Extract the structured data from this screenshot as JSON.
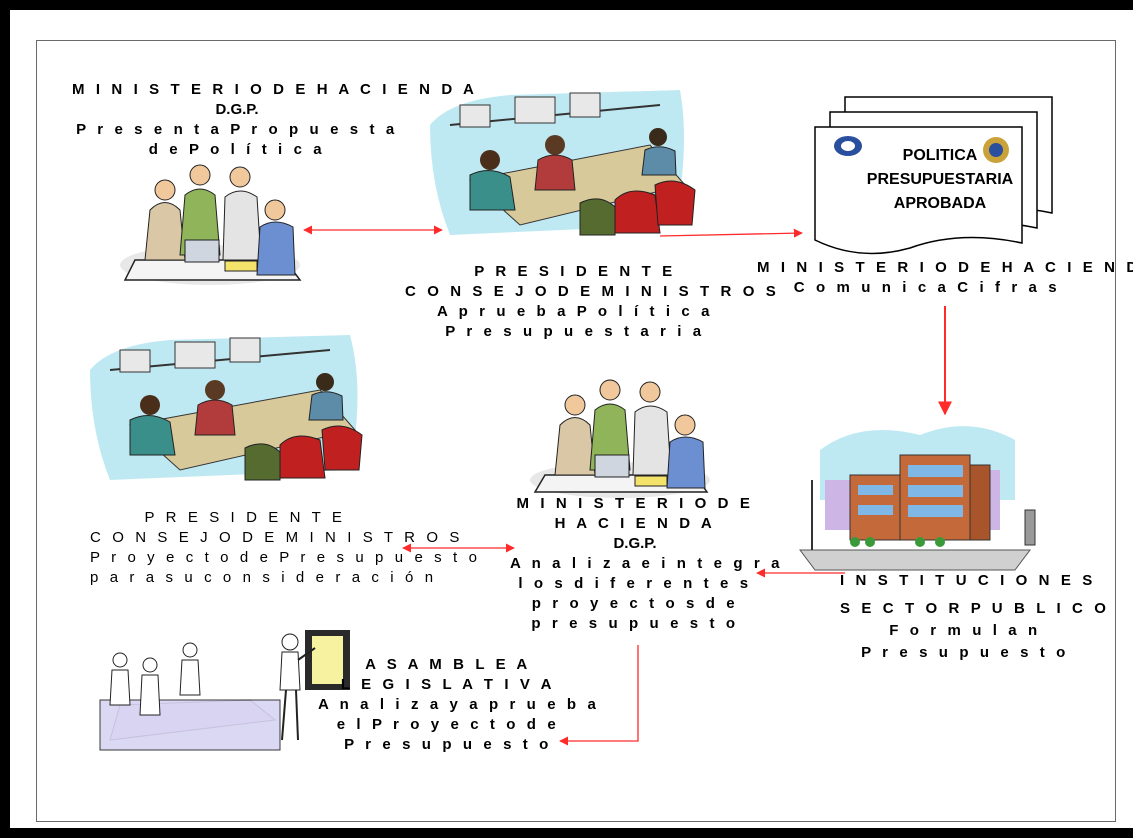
{
  "nodes": {
    "mh_propuesta": {
      "l1": "M I N I S T E R I O  D E  H A C I E N D A",
      "l2": "D.G.P.",
      "l3": "P r e s e n t a  P r o p u e s t a",
      "l4": "d e  P o l í t i c a"
    },
    "presidente_aprueba": {
      "l1": "P R E S I D E N T E",
      "l2": "C O N S E J O  D E  M I N I S T R O S",
      "l3": "A p r u e b a  P o l í t i c a",
      "l4": "P r e s u p u e s t a r i a"
    },
    "politica_doc": {
      "l1": "POLITICA",
      "l2": "PRESUPUESTARIA",
      "l3": "APROBADA"
    },
    "mh_comunica": {
      "l1": "M I N I S T E R I O  D E  H A C I E N D A",
      "l2": "C o m u n i c a  C i f r a s"
    },
    "presidente_proyecto": {
      "l1": "P R E S I D E N T E",
      "l2": "C O N S E J O  D E  M I N I S T R O S",
      "l3": "P r o y e c t o  d e  P r e s u p u e s t o",
      "l4": "p a r a  s u  c o n s i d e r a c i ó n"
    },
    "mh_analiza": {
      "l1": "M I N I S T E R I O  D E",
      "l2": "H A C I E N D A",
      "l3": "D.G.P.",
      "l4": "A n a l i z a  e  i n t e g r a",
      "l5": "l o s  d i f e r e n t e s",
      "l6": "p r o y e c t o s  d e",
      "l7": "p r e s u p u e s t o"
    },
    "instituciones": {
      "l1": "I N S T I T U C I O N E S",
      "l2": "S E C T O R  P U B L I C O",
      "l3": "F o r m u l a n",
      "l4": "P r e s u p u e s t o"
    },
    "asamblea": {
      "l1": "A S A M B L E A",
      "l2": "L E G I S L A T I V A",
      "l3": "A n a l i z a  y  a p r u e b a",
      "l4": "e l  P r o y e c t o  d e",
      "l5": "P r e s u p u e s t o"
    }
  },
  "colors": {
    "arrow": "#ff2a2a",
    "frame": "#000000",
    "border": "#6a6a6a",
    "sky": "#bfe9f2",
    "doc_blue": "#2a4f9e",
    "doc_gold": "#c9a23a"
  },
  "icons": [
    "team-meeting-icon",
    "boardroom-icon",
    "document-stack-icon",
    "building-icon",
    "presentation-icon"
  ]
}
